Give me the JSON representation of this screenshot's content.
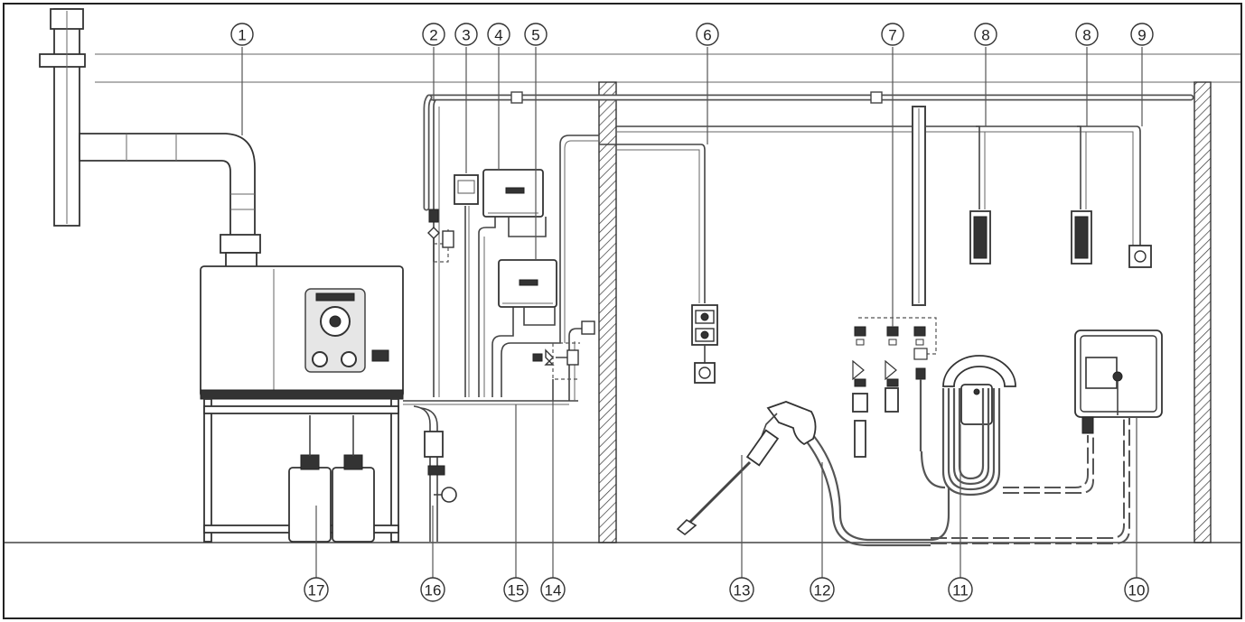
{
  "callouts": [
    {
      "id": "1",
      "label": "1"
    },
    {
      "id": "2",
      "label": "2"
    },
    {
      "id": "3",
      "label": "3"
    },
    {
      "id": "4",
      "label": "4"
    },
    {
      "id": "5",
      "label": "5"
    },
    {
      "id": "6",
      "label": "6"
    },
    {
      "id": "7",
      "label": "7"
    },
    {
      "id": "8a",
      "label": "8"
    },
    {
      "id": "8b",
      "label": "8"
    },
    {
      "id": "9",
      "label": "9"
    },
    {
      "id": "10",
      "label": "10"
    },
    {
      "id": "11",
      "label": "11"
    },
    {
      "id": "12",
      "label": "12"
    },
    {
      "id": "13",
      "label": "13"
    },
    {
      "id": "14",
      "label": "14"
    },
    {
      "id": "15",
      "label": "15"
    },
    {
      "id": "16",
      "label": "16"
    },
    {
      "id": "17",
      "label": "17"
    }
  ],
  "colors": {
    "line": "#444444",
    "background": "#ffffff"
  }
}
